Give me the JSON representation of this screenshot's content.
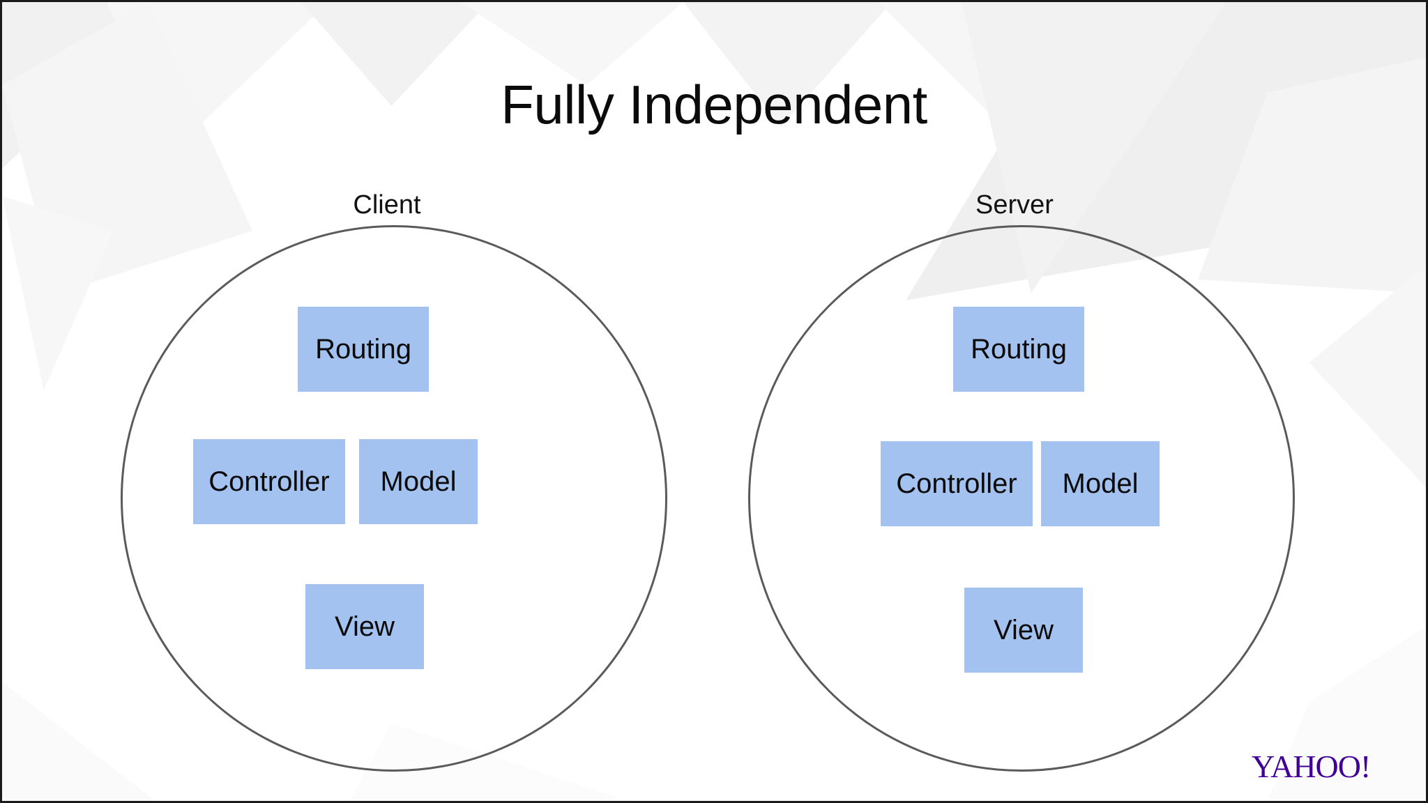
{
  "slide": {
    "title": "Fully Independent",
    "background_color": "#ffffff",
    "frame_border_color": "#1b1b1b",
    "title_color": "#0b0b0b"
  },
  "theme": {
    "box_fill": "#a4c2ef",
    "box_text_color": "#0a0a0a",
    "circle_stroke": "#5a5a5a",
    "label_color": "#121212",
    "logo_color": "#400095",
    "facet_light": "#f4f4f4",
    "facet_mid": "#ececec",
    "facet_dark": "#e4e4e4"
  },
  "groups": [
    {
      "id": "client",
      "label": "Client",
      "boxes": [
        {
          "id": "routing",
          "label": "Routing"
        },
        {
          "id": "controller",
          "label": "Controller"
        },
        {
          "id": "model",
          "label": "Model"
        },
        {
          "id": "view",
          "label": "View"
        }
      ]
    },
    {
      "id": "server",
      "label": "Server",
      "boxes": [
        {
          "id": "routing",
          "label": "Routing"
        },
        {
          "id": "controller",
          "label": "Controller"
        },
        {
          "id": "model",
          "label": "Model"
        },
        {
          "id": "view",
          "label": "View"
        }
      ]
    }
  ],
  "logo": {
    "name": "yahoo-logo",
    "text": "YAHOO!"
  }
}
